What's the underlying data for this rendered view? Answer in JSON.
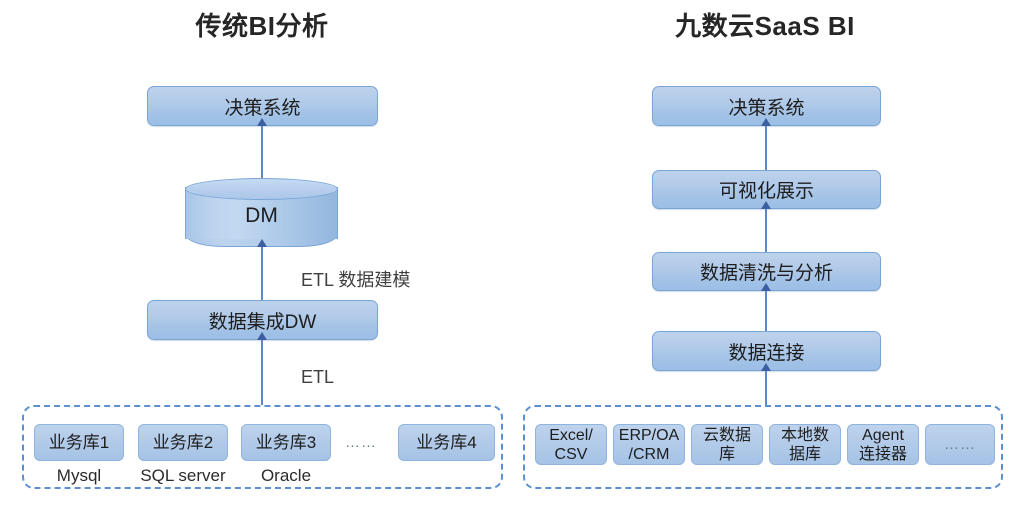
{
  "diagram": {
    "left_panel": {
      "title": "传统BI分析",
      "decision_box": "决策系统",
      "warehouse_store": "DM",
      "integration_box": "数据集成DW",
      "edge_label_top": "ETL  数据建模",
      "edge_label_bottom": "ETL",
      "sources": [
        {
          "box": "业务库1",
          "sub": "Mysql"
        },
        {
          "box": "业务库2",
          "sub": "SQL server"
        },
        {
          "box": "业务库3",
          "sub": "Oracle"
        },
        {
          "box": "业务库4",
          "sub": ""
        }
      ],
      "sources_ellipsis": "……"
    },
    "right_panel": {
      "title": "九数云SaaS BI",
      "steps": [
        "决策系统",
        "可视化展示",
        "数据清洗与分析",
        "数据连接"
      ],
      "sources": [
        "Excel/\nCSV",
        "ERP/OA\n/CRM",
        "云数据\n库",
        "本地数\n据库",
        "Agent\n连接器",
        "……"
      ]
    }
  },
  "colors": {
    "box_fill_top": "#bdd2ec",
    "box_fill_bottom": "#9cbfe6",
    "box_border": "#7aa6d6",
    "arrow": "#5f87c6",
    "arrow_head": "#3b5fa0",
    "dashed_border": "#5b8fd0",
    "title_text": "#262626",
    "background": "#ffffff"
  }
}
